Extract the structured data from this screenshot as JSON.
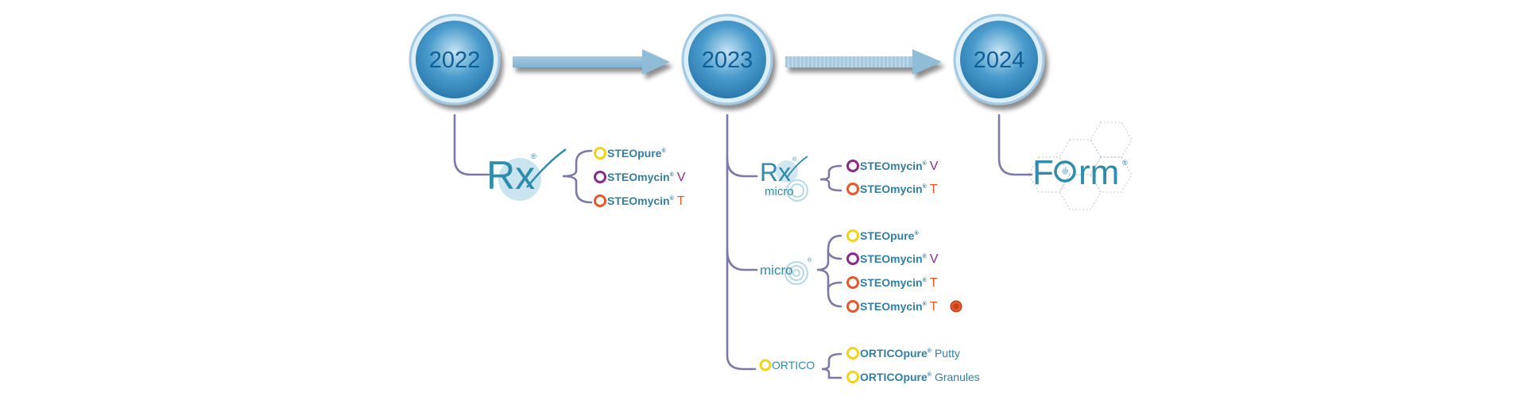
{
  "years": [
    "2022",
    "2023",
    "2024"
  ],
  "brands": {
    "rx": "Rx",
    "rx_micro_top": "Rx",
    "rx_micro_bottom": "micro",
    "micro": "micro",
    "cortico": {
      "initial": "C",
      "rest": "ORTICO"
    },
    "form": {
      "before": "F",
      "after": "rm"
    }
  },
  "products": {
    "osteo_pure": {
      "initial": "O",
      "name": "STEOpure",
      "mark": "®",
      "suffix": ""
    },
    "osteo_v": {
      "initial": "O",
      "name": "STEOmycin",
      "mark": "®",
      "suffix": "V"
    },
    "osteo_t": {
      "initial": "O",
      "name": "STEOmycin",
      "mark": "®",
      "suffix": "T"
    },
    "cortico_putty": {
      "initial": "C",
      "name": "ORTICOpure",
      "mark": "®",
      "suffix": "Putty"
    },
    "cortico_granules": {
      "initial": "C",
      "name": "ORTICOpure",
      "mark": "®",
      "suffix": "Granules"
    }
  },
  "registered_mark": "®",
  "colors": {
    "year_circle": "#4a9ccc",
    "year_text": "#0e5e97",
    "arrow": "#8fbdd8",
    "branch_line": "#7a79a8",
    "brand_text": "#2e8cac",
    "osteopure_ring": "#f1d419",
    "v_purple": "#8a2a8c",
    "t_orange": "#e8562a",
    "cortico_yellow": "#f1d419"
  }
}
